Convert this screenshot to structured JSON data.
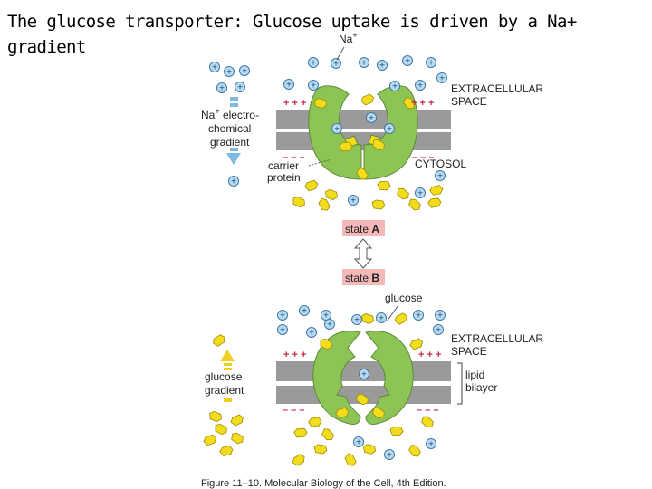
{
  "slide": {
    "title": "The glucose transporter: Glucose uptake is driven by a Na+ gradient"
  },
  "diagram": {
    "label_na": "Na",
    "label_na_sup": "+",
    "label_extracellular_1": "EXTRACELLULAR",
    "label_extracellular_2": "SPACE",
    "label_cytosol": "CYTOSOL",
    "gradient_na_1": "Na",
    "gradient_na_sup": "+",
    "gradient_na_2": " electro-",
    "gradient_na_3": "chemical",
    "gradient_na_4": "gradient",
    "carrier_1": "carrier",
    "carrier_2": "protein",
    "state_a_prefix": "state ",
    "state_a_letter": "A",
    "state_b_prefix": "state ",
    "state_b_letter": "B",
    "label_glucose": "glucose",
    "label_extracellular_b_1": "EXTRACELLULAR",
    "label_extracellular_b_2": "SPACE",
    "label_lipid_1": "lipid",
    "label_lipid_2": "bilayer",
    "gradient_glucose_1": "glucose",
    "gradient_glucose_2": "gradient",
    "caption": "Figure 11–10. Molecular Biology of the Cell, 4th Edition.",
    "ion_symbol": "+",
    "charge_plus": "+ + +",
    "charge_minus": "– – –",
    "colors": {
      "protein": "#8dc456",
      "protein_edge": "#5e8a33",
      "membrane": "#9a9a9a",
      "ion_fill": "#b9dcf2",
      "ion_edge": "#3c78aa",
      "glucose": "#f2dc1e",
      "glucose_edge": "#a08a00",
      "state_box": "#f5b8b8",
      "arrow_blue": "#7fb8e0",
      "arrow_yellow": "#f0d020",
      "charge": "#c8294a"
    }
  }
}
